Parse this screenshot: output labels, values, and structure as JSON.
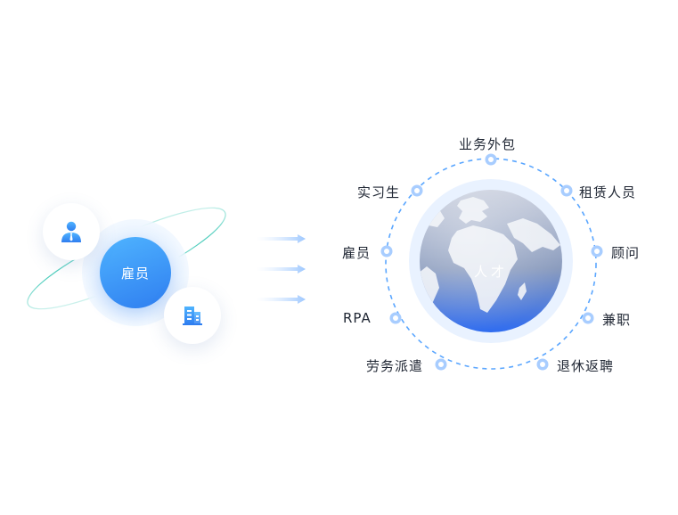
{
  "colors": {
    "accent": "#2f7ef0",
    "accent_light": "#4fb4ff",
    "ring": "#5aa6ff",
    "text": "#1f2633"
  },
  "employee": {
    "label": "雇员",
    "icons": [
      "person-icon",
      "building-icon"
    ]
  },
  "talent": {
    "label": "人才",
    "icon": "globe-icon",
    "categories": [
      "业务外包",
      "租赁人员",
      "顾问",
      "兼职",
      "退休返聘",
      "劳务派遣",
      "RPA",
      "雇员",
      "实习生"
    ]
  }
}
